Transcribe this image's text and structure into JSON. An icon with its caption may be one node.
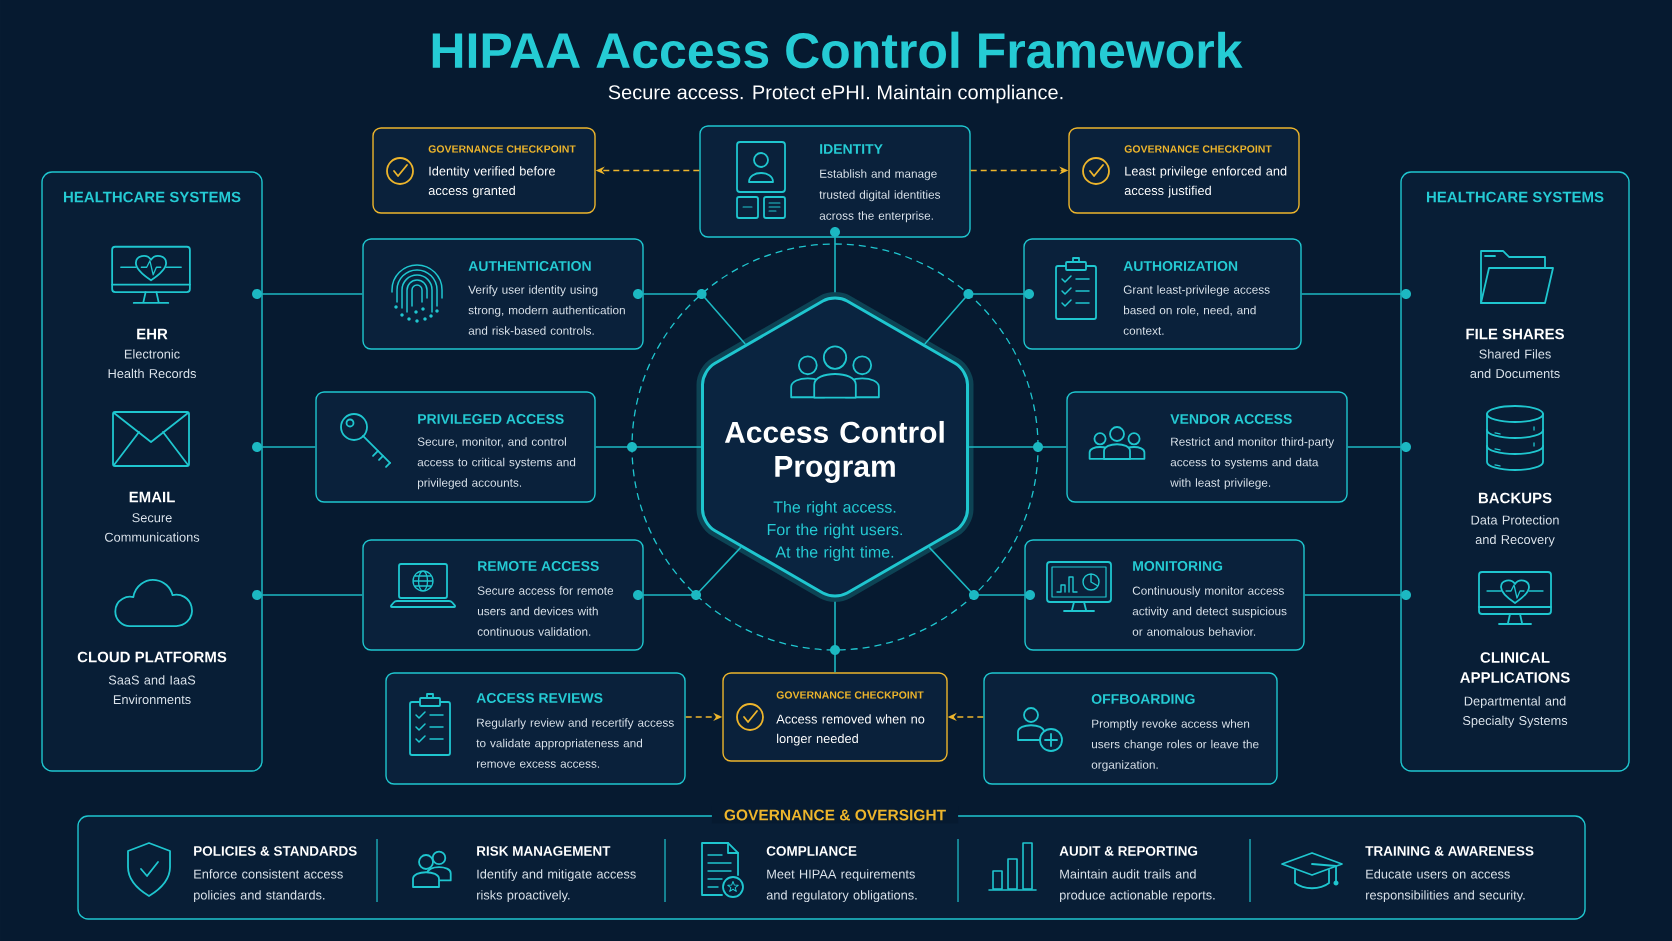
{
  "diagram": {
    "title": "HIPAA Access Control Framework",
    "nodes": [
      {
        "text": [
          "HEALTHCARE SYSTEMS"
        ]
      },
      {
        "text": [
          "GOVERNANCE CHECKPOINT",
          "Identity verified before access granted"
        ]
      },
      {
        "text": [
          "IDENTITY",
          "Establish and manage trusted digital identities across the enterprise."
        ]
      },
      {
        "text": [
          "GOVERNANCE CHECKPOINT",
          "Least privilege enforced and access justified"
        ]
      },
      {
        "text": [
          "HEALTHCARE SYSTEMS"
        ]
      },
      {
        "text": [
          "AUTHENTICATION",
          "Verify user identity using strong, modern authentication and risk-based controls."
        ]
      },
      {
        "text": [
          "AUTHORIZATION",
          "Grant least-privilege access based on role, need, and context."
        ]
      },
      {
        "text": [
          "Access Control Program",
          "The right access. For the right users. At the right time."
        ]
      },
      {
        "text": [
          "PRIVILEGED ACCESS",
          "Secure, monitor, and control access to critical systems and privileged accounts."
        ]
      },
      {
        "text": [
          "VENDOR ACCESS",
          "Restrict and monitor third-party access to systems and data with least privilege."
        ]
      },
      {
        "text": [
          "REMOTE ACCESS",
          "Secure access for remote users and devices with continuous validation."
        ]
      },
      {
        "text": [
          "MONITORING",
          "Continuously monitor access activity and detect suspicious or anomalous behavior."
        ]
      },
      {
        "text": [
          "ACCESS REVIEWS",
          "Regularly review and recertify access to validate appropriateness and remove excess access."
        ]
      },
      {
        "text": [
          "GOVERNANCE CHECKPOINT",
          "Access removed when no longer needed"
        ]
      },
      {
        "text": [
          "OFFBOARDING",
          "Promptly revoke access when users change roles or leave the organization."
        ]
      },
      {
        "text": [
          "GOVERNANCE & OVERSIGHT"
        ]
      },
      {
        "text": [],
        "shape": "circle",
        "in": 0
      },
      {
        "text": [],
        "shape": "circle",
        "in": 0
      },
      {
        "text": [],
        "shape": "circle",
        "in": 0
      },
      {
        "text": [],
        "shape": "circle",
        "in": 4
      },
      {
        "text": [],
        "shape": "circle",
        "in": 4
      },
      {
        "text": [],
        "shape": "circle",
        "in": 4
      },
      {
        "text": [],
        "shape": "circle",
        "in": 2
      },
      {
        "text": [],
        "shape": "circle",
        "in": 5
      },
      {
        "text": [],
        "shape": "circle",
        "in": 6
      },
      {
        "text": [],
        "shape": "circle",
        "in": 10
      },
      {
        "text": [],
        "shape": "circle",
        "in": 11
      }
    ],
    "edges": [
      {
        "from": 5,
        "to": 16,
        "arrow": "none"
      },
      {
        "from": 8,
        "to": 17,
        "arrow": "none"
      },
      {
        "from": 10,
        "to": 18,
        "arrow": "none"
      },
      {
        "from": 6,
        "to": 19,
        "arrow": "none"
      },
      {
        "from": 9,
        "to": 20,
        "arrow": "none"
      },
      {
        "from": 11,
        "to": 21,
        "arrow": "none"
      },
      {
        "from": 7,
        "to": 22,
        "arrow": "none"
      },
      {
        "from": 7,
        "to": 23,
        "arrow": "none"
      },
      {
        "from": 7,
        "to": 24,
        "arrow": "none"
      },
      {
        "from": 8,
        "to": 7,
        "arrow": "none"
      },
      {
        "from": 9,
        "to": 7,
        "arrow": "none"
      },
      {
        "from": 7,
        "to": 25,
        "arrow": "none"
      },
      {
        "from": 7,
        "to": 26,
        "arrow": "none"
      },
      {
        "from": 7,
        "to": 13,
        "arrow": "none"
      },
      {
        "from": 2,
        "to": 1,
        "arrow": "to",
        "style": "dashed",
        "color": "#edb52c"
      },
      {
        "from": 2,
        "to": 3,
        "arrow": "to",
        "style": "dashed",
        "color": "#edb52c"
      },
      {
        "from": 12,
        "to": 13,
        "arrow": "to",
        "style": "dashed",
        "color": "#edb52c"
      },
      {
        "from": 14,
        "to": 13,
        "arrow": "to",
        "style": "dashed",
        "color": "#edb52c"
      }
    ],
    "labels": [
      "Secure access. Protect ePHI. Maintain compliance.",
      "EHR",
      "Electronic Health Records",
      "EMAIL",
      "Secure Communications",
      "CLOUD PLATFORMS",
      "SaaS and IaaS Environments",
      "FILE SHARES",
      "Shared Files and Documents",
      "BACKUPS",
      "Data Protection and Recovery",
      "CLINICAL APPLICATIONS",
      "Departmental and Specialty Systems",
      "POLICIES & STANDARDS",
      "Enforce consistent access policies and standards.",
      "RISK MANAGEMENT",
      "Identify and mitigate access risks proactively.",
      "COMPLIANCE",
      "Meet HIPAA requirements and regulatory obligations.",
      "AUDIT & REPORTING",
      "Maintain audit trails and produce actionable reports.",
      "TRAINING & AWARENESS",
      "Educate users on access responsibilities and security."
    ]
  }
}
